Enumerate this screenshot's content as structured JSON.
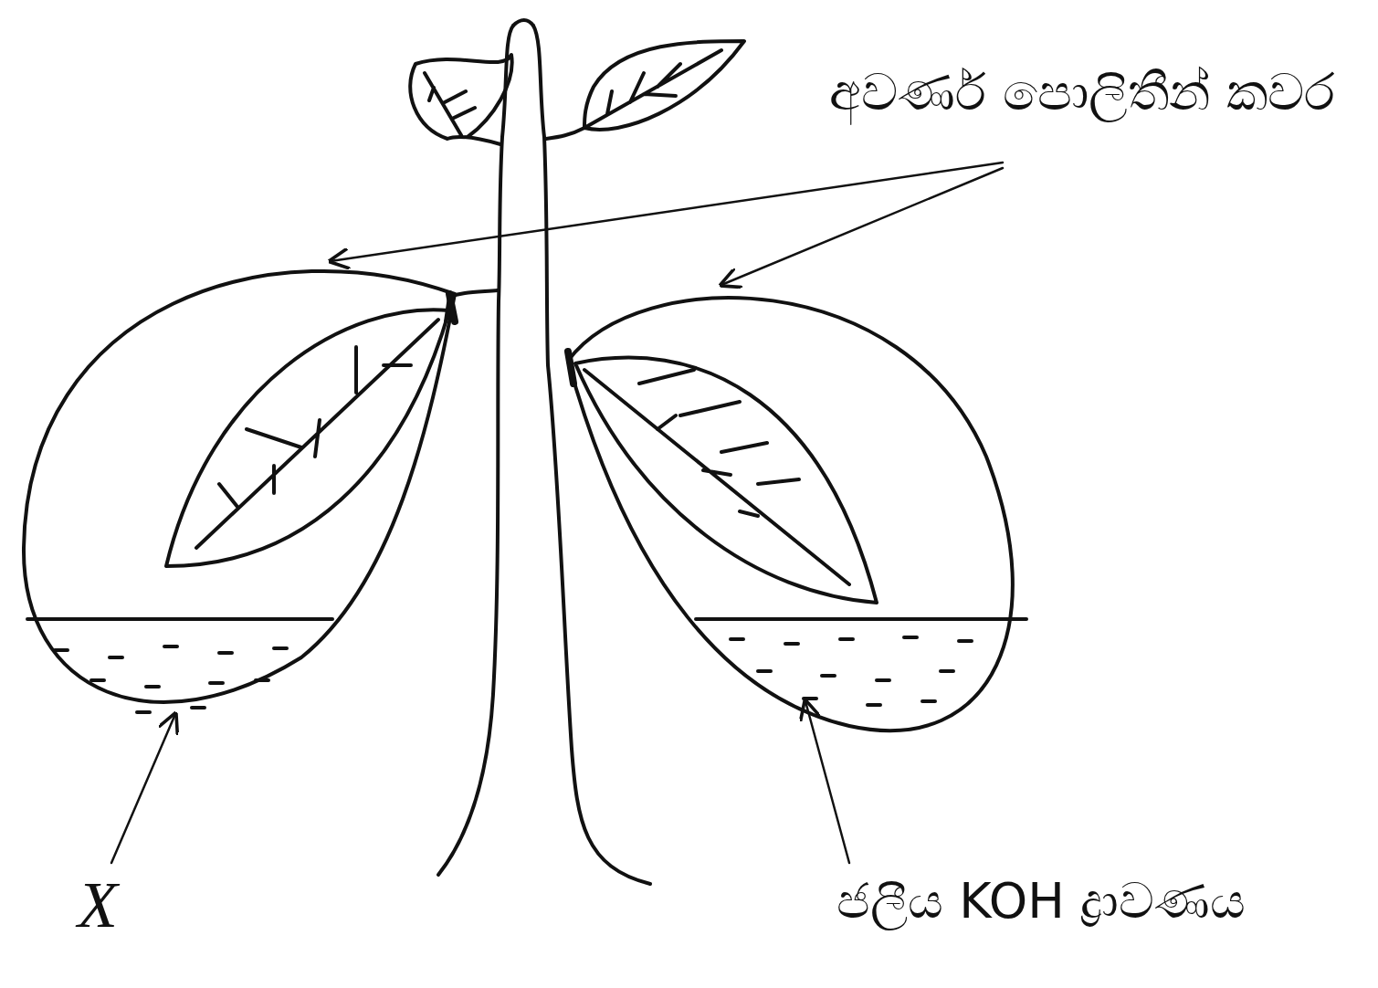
{
  "diagram": {
    "labels": [
      "අවර්ණ පොලිතීන් කවර",
      "X",
      "ජලීය KOH ද්‍රාවණය"
    ]
  }
}
